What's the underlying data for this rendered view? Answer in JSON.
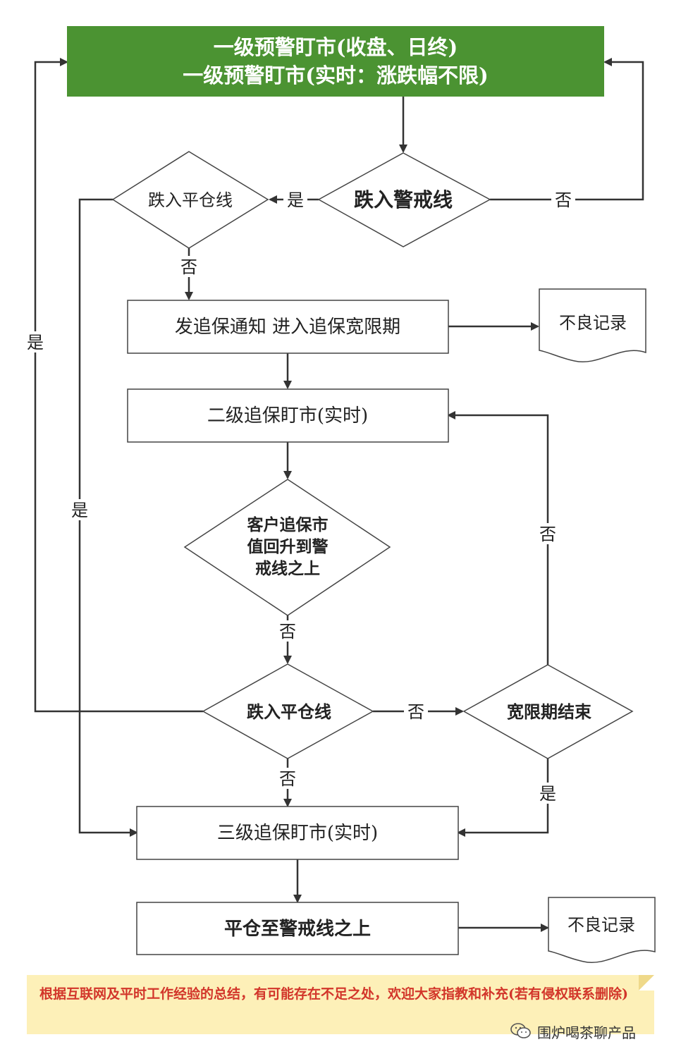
{
  "nodes": {
    "start_line1": "一级预警盯市(收盘、日终)",
    "start_line2": "一级预警盯市(实时：涨跌幅不限)",
    "d_warning": "跌入警戒线",
    "d_liquidation_top": "跌入平仓线",
    "notify": "发追保通知 进入追保宽限期",
    "bad_record_1": "不良记录",
    "level2": "二级追保盯市(实时)",
    "d_recover_line1": "客户追保市",
    "d_recover_line2": "值回升到警",
    "d_recover_line3": "戒线之上",
    "d_liquidation_mid": "跌入平仓线",
    "d_grace_end": "宽限期结束",
    "level3": "三级追保盯市(实时)",
    "close_position": "平仓至警戒线之上",
    "bad_record_2": "不良记录"
  },
  "labels": {
    "yes": "是",
    "no": "否"
  },
  "note": {
    "text": "根据互联网及平时工作经验的总结，有可能存在不足之处，欢迎大家指教和补充(若有侵权联系删除)"
  },
  "brand": {
    "name": "围炉喝茶聊产品",
    "icon": "wechat-icon"
  },
  "colors": {
    "start_fill": "#4b9332",
    "start_text": "#ffffff",
    "note_bg": "#fdf0b8",
    "note_text": "#d2352a"
  }
}
